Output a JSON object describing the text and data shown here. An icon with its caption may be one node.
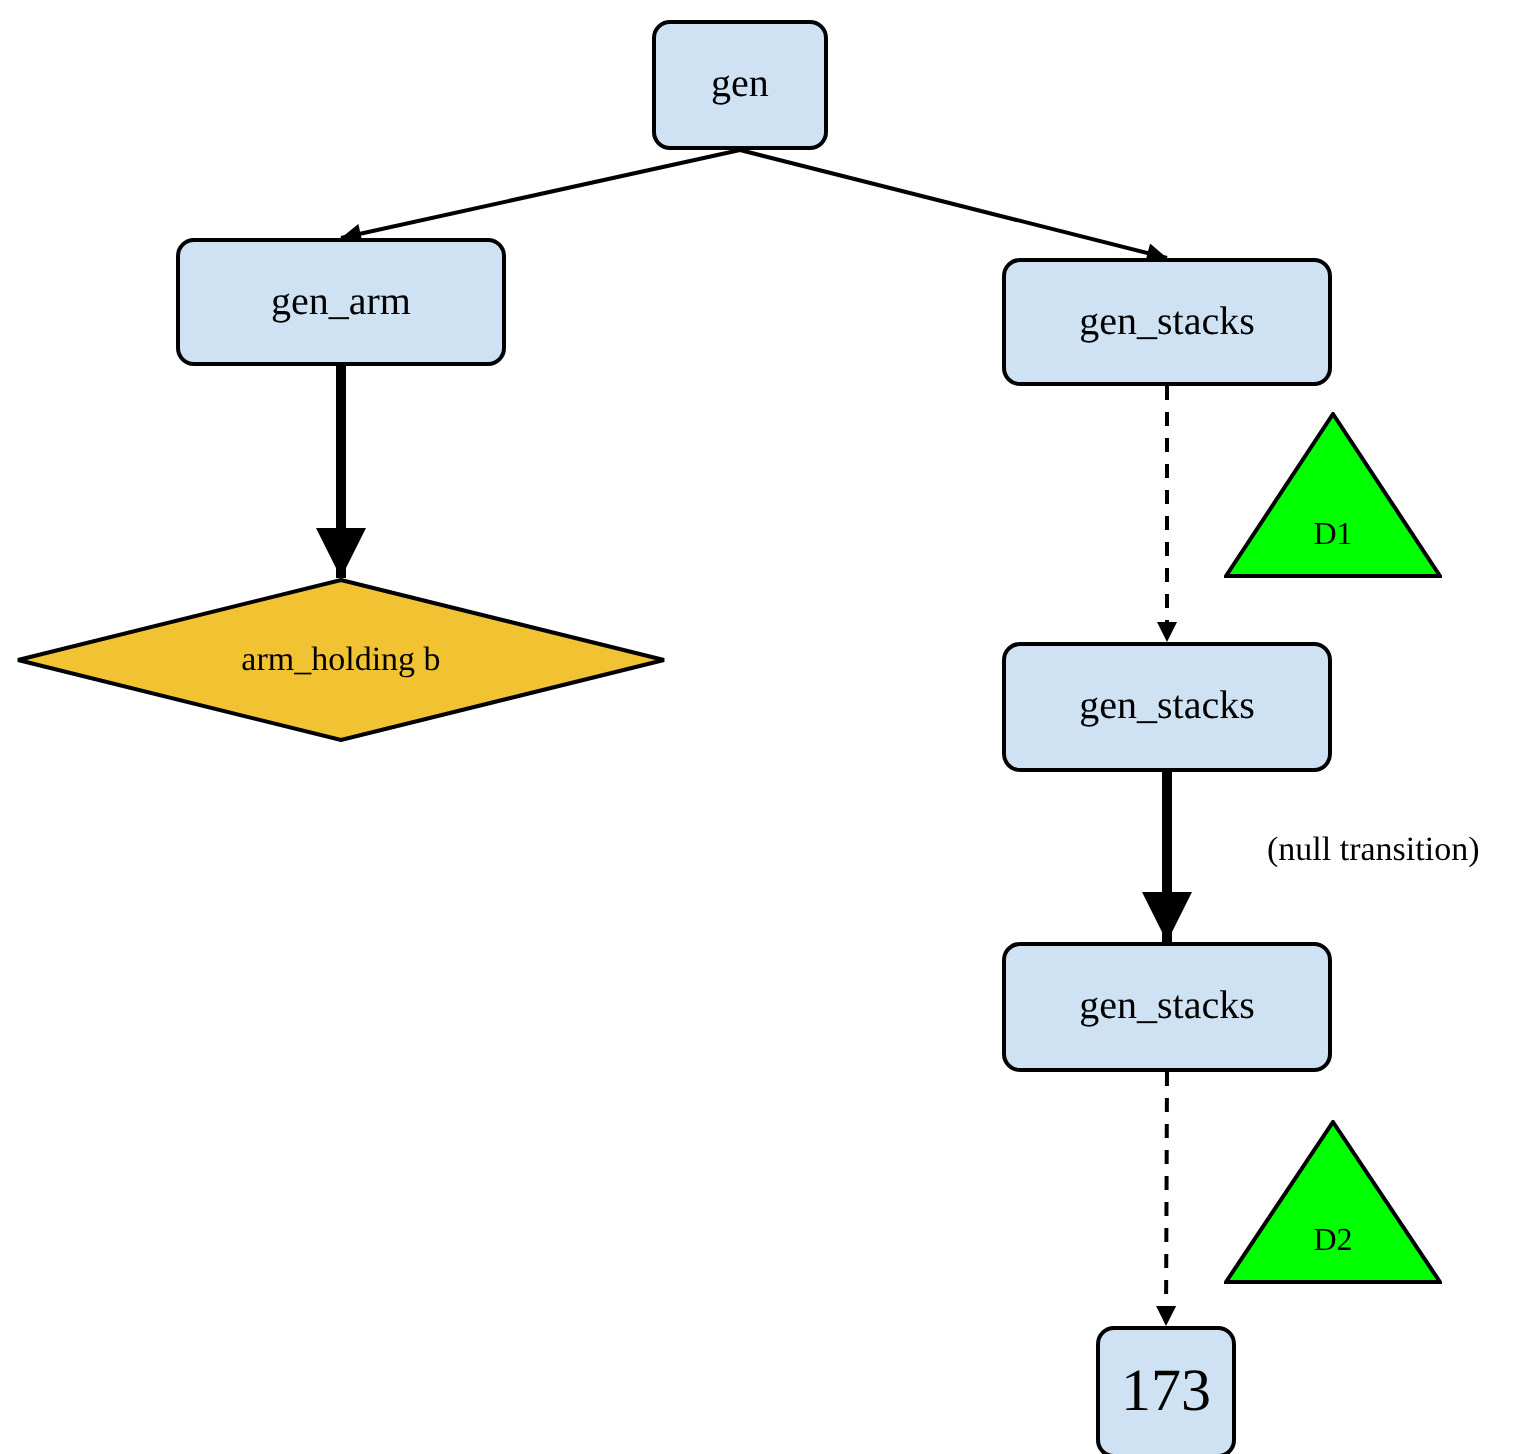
{
  "diagram": {
    "nodes": [
      {
        "text": [
          "gen"
        ]
      },
      {
        "text": [
          "gen_arm"
        ]
      },
      {
        "text": [
          "gen_stacks"
        ]
      },
      {
        "text": [
          "arm_holding b"
        ]
      },
      {
        "text": [
          "D1"
        ]
      },
      {
        "text": [
          "gen_stacks"
        ]
      },
      {
        "text": [
          "gen_stacks"
        ]
      },
      {
        "text": [
          "D2"
        ]
      },
      {
        "text": [
          "173"
        ]
      }
    ],
    "edges": [
      {
        "from": 0,
        "to": 1,
        "arrow": "to"
      },
      {
        "from": 0,
        "to": 2,
        "arrow": "to"
      },
      {
        "from": 1,
        "to": 3,
        "arrow": "to",
        "style": "thick"
      },
      {
        "from": 2,
        "to": 5,
        "arrow": "to",
        "style": "dashed"
      },
      {
        "from": 5,
        "to": 6,
        "arrow": "to",
        "style": "thick",
        "label": "(null transition)"
      },
      {
        "from": 6,
        "to": 8,
        "arrow": "to",
        "style": "dashed"
      }
    ]
  }
}
